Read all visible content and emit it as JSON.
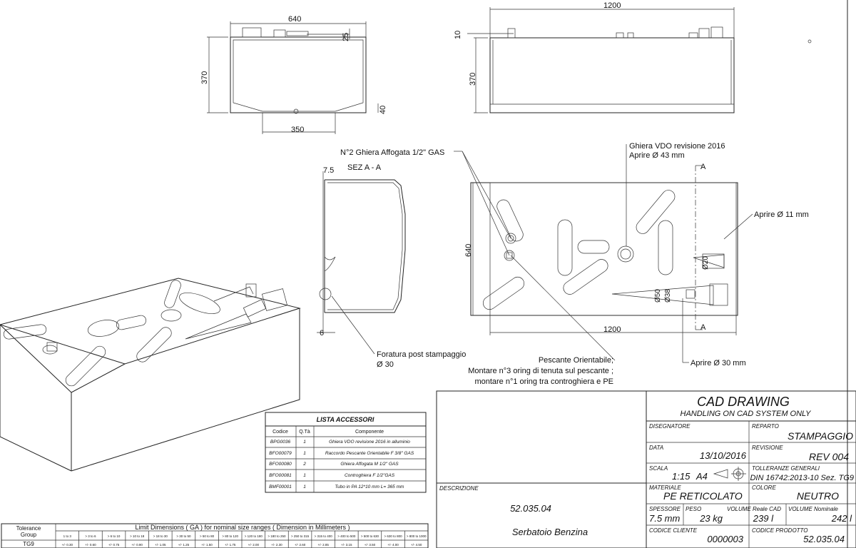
{
  "dims": {
    "top_left_width": "640",
    "top_left_height": "370",
    "top_left_25": "25",
    "top_left_40": "40",
    "top_left_350": "350",
    "top_right_width": "1200",
    "top_right_height": "370",
    "top_right_10": "10",
    "plan_height": "640",
    "plan_width": "1200",
    "sec_75": "7.5",
    "sec_6": "6",
    "d20": "Ø20",
    "d50": "Ø50",
    "d38": "Ø38"
  },
  "annotations": {
    "ghiera_affogata": "N°2 Ghiera Affogata 1/2\" GAS",
    "sez_aa": "SEZ A - A",
    "ghiera_vdo_1": "Ghiera VDO revisione 2016",
    "ghiera_vdo_2": "Aprire Ø 43 mm",
    "aprire_11": "Aprire Ø 11 mm",
    "aprire_30": "Aprire Ø 30 mm",
    "section_a": "A",
    "foratura_1": "Foratura post stampaggio",
    "foratura_2": "Ø 30",
    "pescante_1": "Pescante Orientabile;",
    "pescante_2": "Montare n°3 oring di tenuta sul pescante ;",
    "pescante_3": "montare n°1 oring tra controghiera e PE"
  },
  "accessori": {
    "title": "LISTA ACCESSORI",
    "headers": [
      "Codice",
      "Q.Tà",
      "Componente"
    ],
    "rows": [
      [
        "BPG0036",
        "1",
        "Ghiera VDO revisione 2016 in alluminio"
      ],
      [
        "BFO00079",
        "1",
        "Raccordo Pescante Orientabile F 3/8\" GAS"
      ],
      [
        "BFO00080",
        "2",
        "Ghiera Affogata M 1/2\" GAS"
      ],
      [
        "BFO00081",
        "1",
        "Controghiera F 1/2\"GAS"
      ],
      [
        "BMF00001",
        "1",
        "Tubo in PA 12*10 mm L= 365 mm"
      ]
    ]
  },
  "tolerance": {
    "group_label_1": "Tolerance",
    "group_label_2": "Group",
    "header": "Limit Dimensions ( GA ) for nominal size ranges ( Dimension in Millimeters )",
    "group": "TG9",
    "ranges": [
      "1 to 3",
      "> 3 to 6",
      "> 6 to 10",
      "> 10 to 18",
      "> 18 to 30",
      "> 30 to 50",
      "> 50 to 80",
      "> 80 to 120",
      "> 120 to 180",
      "> 180 to 250",
      "> 250 to 315",
      "> 315 to 400",
      "> 400 to 500",
      "> 500 to 630",
      "> 630 to 800",
      "> 800 to 1000"
    ],
    "values": [
      "+/- 0.30",
      "+/- 0.60",
      "+/- 0.75",
      "+/- 0.90",
      "+/- 1.05",
      "+/- 1.25",
      "+/- 1.50",
      "+/- 1.75",
      "+/- 2.00",
      "+/- 2.30",
      "+/- 2.60",
      "+/- 2.85",
      "+/- 3.15",
      "+/- 3.50",
      "+/- 4.00",
      "+/- 4.50"
    ]
  },
  "title_block": {
    "descrizione_label": "DESCRIZIONE",
    "code": "52.035.04",
    "name": "Serbatoio Benzina",
    "cad_title": "CAD   DRAWING",
    "cad_sub": "HANDLING  ON  CAD SYSTEM  ONLY",
    "disegnatore_label": "DISEGNATORE",
    "reparto_label": "REPARTO",
    "reparto": "STAMPAGGIO",
    "data_label": "DATA",
    "data": "13/10/2016",
    "revisione_label": "REVISIONE",
    "revisione": "REV 004",
    "scala_label": "SCALA",
    "scala": "1:15",
    "formato": "A4",
    "tolleranze_label": "TOLLERANZE GENERALI",
    "tolleranze": "DIN 16742:2013-10 Sez. TG9",
    "materiale_label": "MATERIALE",
    "materiale": "PE RETICOLATO",
    "colore_label": "COLORE",
    "colore": "NEUTRO",
    "spessore_label": "SPESSORE",
    "spessore": "7.5 mm",
    "peso_label": "PESO",
    "peso": "23 kg",
    "vol_reale_label": "VOLUME Reale CAD",
    "vol_reale": "239 l",
    "vol_nom_label": "VOLUME Nominale",
    "vol_nom": "242 l",
    "cod_cliente_label": "CODICE CLIENTE",
    "cod_cliente": "0000003",
    "cod_prodotto_label": "CODICE PRODOTTO",
    "cod_prodotto": "52.035.04"
  }
}
